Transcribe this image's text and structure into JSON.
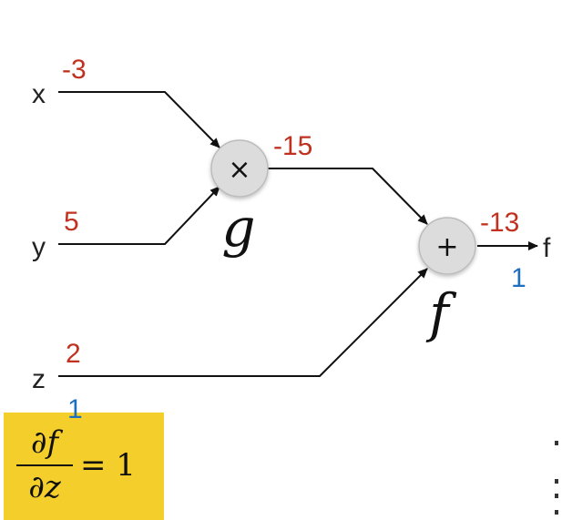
{
  "colors": {
    "forward_value": "#c1311f",
    "gradient_value": "#1f6fc0",
    "edge": "#111111",
    "node_fill": "#dcdcdc",
    "node_stroke": "#bcbcbc",
    "highlight_box": "#f4cf2b"
  },
  "inputs": {
    "x": {
      "label": "x",
      "forward": "-3"
    },
    "y": {
      "label": "y",
      "forward": "5"
    },
    "z": {
      "label": "z",
      "forward": "2",
      "gradient": "1"
    }
  },
  "nodes": {
    "multiply": {
      "symbol": "×",
      "function_name": "g",
      "forward": "-15"
    },
    "add": {
      "symbol": "+",
      "function_name": "f",
      "forward": "-13",
      "gradient": "1"
    }
  },
  "output": {
    "label": "f"
  },
  "formula": {
    "numerator": "∂f",
    "denominator": "∂z",
    "rhs": "= 1",
    "icon": "highlight-box"
  }
}
